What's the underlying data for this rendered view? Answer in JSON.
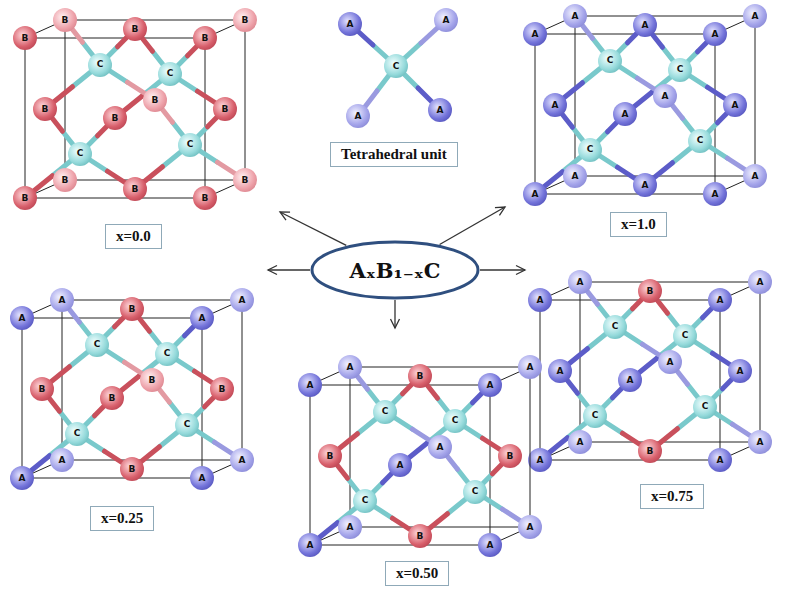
{
  "diagram": {
    "nodes": [
      {
        "text": [
          "B",
          "B",
          "B",
          "B",
          "B",
          "B",
          "B",
          "B",
          "B",
          "B",
          "B",
          "B",
          "B",
          "B",
          "C",
          "C",
          "C",
          "C"
        ]
      },
      {
        "text": [
          "A",
          "A",
          "C",
          "A",
          "A"
        ]
      },
      {
        "text": [
          "A",
          "A",
          "A",
          "A",
          "A",
          "A",
          "A",
          "A",
          "A",
          "A",
          "A",
          "A",
          "A",
          "A",
          "C",
          "C",
          "C",
          "C"
        ]
      },
      {
        "text": [
          "Tetrahedral unit"
        ]
      },
      {
        "text": [
          "x=0.0"
        ]
      },
      {
        "text": [
          "x=1.0"
        ]
      },
      {
        "text": [
          "AₓB₁₋ₓC"
        ]
      },
      {
        "text": [
          "A",
          "A",
          "A",
          "A",
          "A",
          "A",
          "A",
          "A",
          "B",
          "B",
          "B",
          "B",
          "B",
          "B",
          "C",
          "C",
          "C",
          "C"
        ]
      },
      {
        "text": [
          "A",
          "A",
          "A",
          "A",
          "A",
          "A",
          "A",
          "A",
          "A",
          "A",
          "A",
          "A",
          "B",
          "B",
          "C",
          "C",
          "C",
          "C"
        ]
      },
      {
        "text": [
          "A",
          "A",
          "A",
          "A",
          "A",
          "A",
          "A",
          "A",
          "A",
          "A",
          "B",
          "B",
          "B",
          "B",
          "C",
          "C",
          "C",
          "C"
        ]
      },
      {
        "text": [
          "x=0.75"
        ]
      },
      {
        "text": [
          "x=0.25"
        ]
      },
      {
        "text": [
          "x=0.50"
        ]
      }
    ],
    "edges": [
      {
        "from": 6,
        "to": 0,
        "arrow": "to"
      },
      {
        "from": 6,
        "to": 2,
        "arrow": "to"
      },
      {
        "from": 6,
        "to": 7,
        "arrow": "to"
      },
      {
        "from": 6,
        "to": 9,
        "arrow": "to"
      },
      {
        "from": 6,
        "to": 8,
        "arrow": "to"
      }
    ]
  }
}
